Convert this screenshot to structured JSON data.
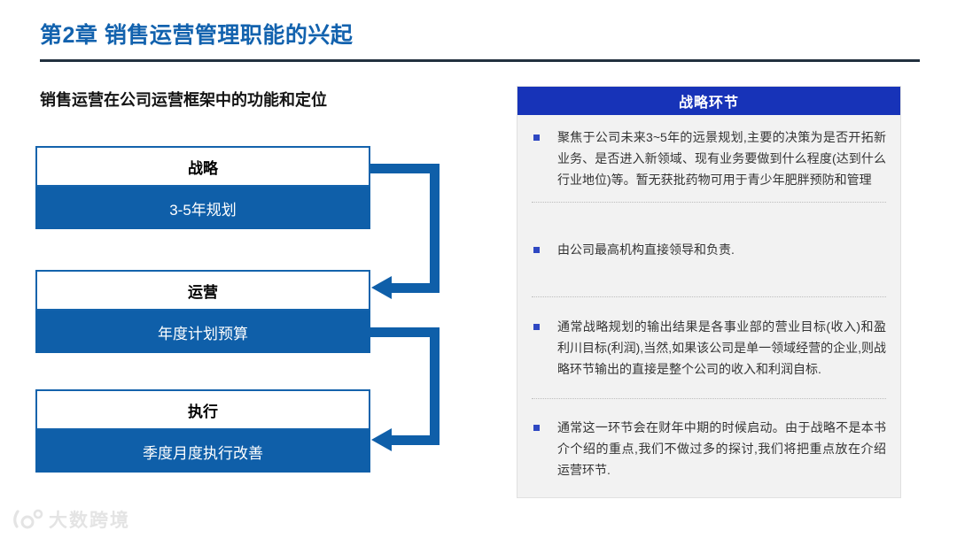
{
  "page": {
    "title": "第2章 销售运营管理职能的兴起",
    "subtitle": "销售运营在公司运营框架中的功能和定位",
    "watermark": "大数跨境"
  },
  "flow": {
    "boxes": [
      {
        "label": "战略",
        "sub": "3-5年规划"
      },
      {
        "label": "运营",
        "sub": "年度计划预算"
      },
      {
        "label": "执行",
        "sub": "季度月度执行改善"
      }
    ]
  },
  "panel": {
    "header": "战略环节",
    "bullets": [
      "聚焦于公司未来3~5年的远景规划,主要的决策为是否开拓新业务、是否进入新领域、现有业务要做到什么程度(达到什么行业地位)等。暂无获批药物可用于青少年肥胖预防和管理",
      "由公司最高机构直接领导和负责.",
      "通常战略规划的输出结果是各事业部的营业目标(收入)和盈利川目标(利润),当然,如果该公司是单一领域经营的企业,则战略环节输出的直接是整个公司的收入和利润自标.",
      "通常这一环节会在财年中期的时候启动。由于战略不是本书介个绍的重点,我们不做过多的探讨,我们将把重点放在介绍运营环节."
    ]
  },
  "colors": {
    "title_blue": "#1262AE",
    "box_blue": "#0F5FA9",
    "box_border_blue": "#1463AC",
    "panel_header_blue": "#1733B8",
    "panel_background": "#F2F2F2",
    "bullet_marker_blue": "#2F48C2",
    "divider_dark": "#22303F",
    "watermark_gray": "#E4E4E4"
  }
}
